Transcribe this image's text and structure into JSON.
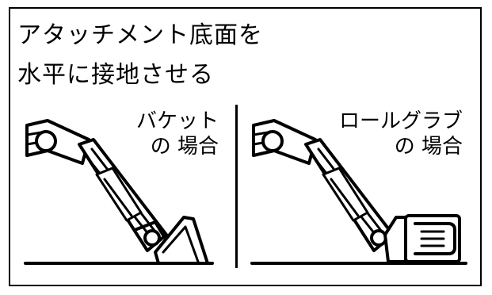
{
  "title_lines": [
    "アタッチメント底面を",
    "水平に接地させる"
  ],
  "panels": [
    {
      "label_lines": [
        "バケット",
        "の 場合"
      ]
    },
    {
      "label_lines": [
        "ロールグラブ",
        "の 場合"
      ]
    }
  ]
}
